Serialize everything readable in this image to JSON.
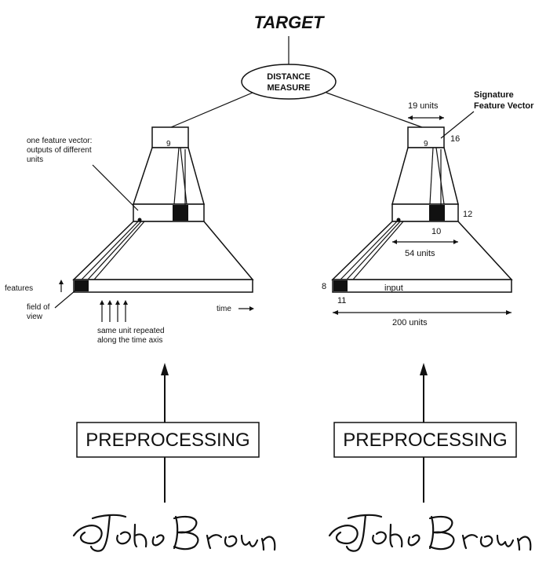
{
  "title": "TARGET",
  "distance_measure": [
    "DISTANCE",
    "MEASURE"
  ],
  "left": {
    "annotation_feature_vector": [
      "one feature vector:",
      "outputs of different",
      "units"
    ],
    "label_features": "features",
    "label_field_of_view": [
      "field of",
      "view"
    ],
    "label_time": "time",
    "label_same_unit": [
      "same unit repeated",
      "along the time axis"
    ],
    "preprocessing": "PREPROCESSING"
  },
  "right": {
    "label_signature": [
      "Signature",
      "Feature Vector"
    ],
    "dim_19": "19 units",
    "n_16": "16",
    "n_12": "12",
    "n_10": "10",
    "dim_54": "54 units",
    "n_8": "8",
    "n_11": "11",
    "label_input": "input",
    "dim_200": "200 units",
    "preprocessing": "PREPROCESSING"
  },
  "small_numbers": [
    "9",
    "9"
  ]
}
